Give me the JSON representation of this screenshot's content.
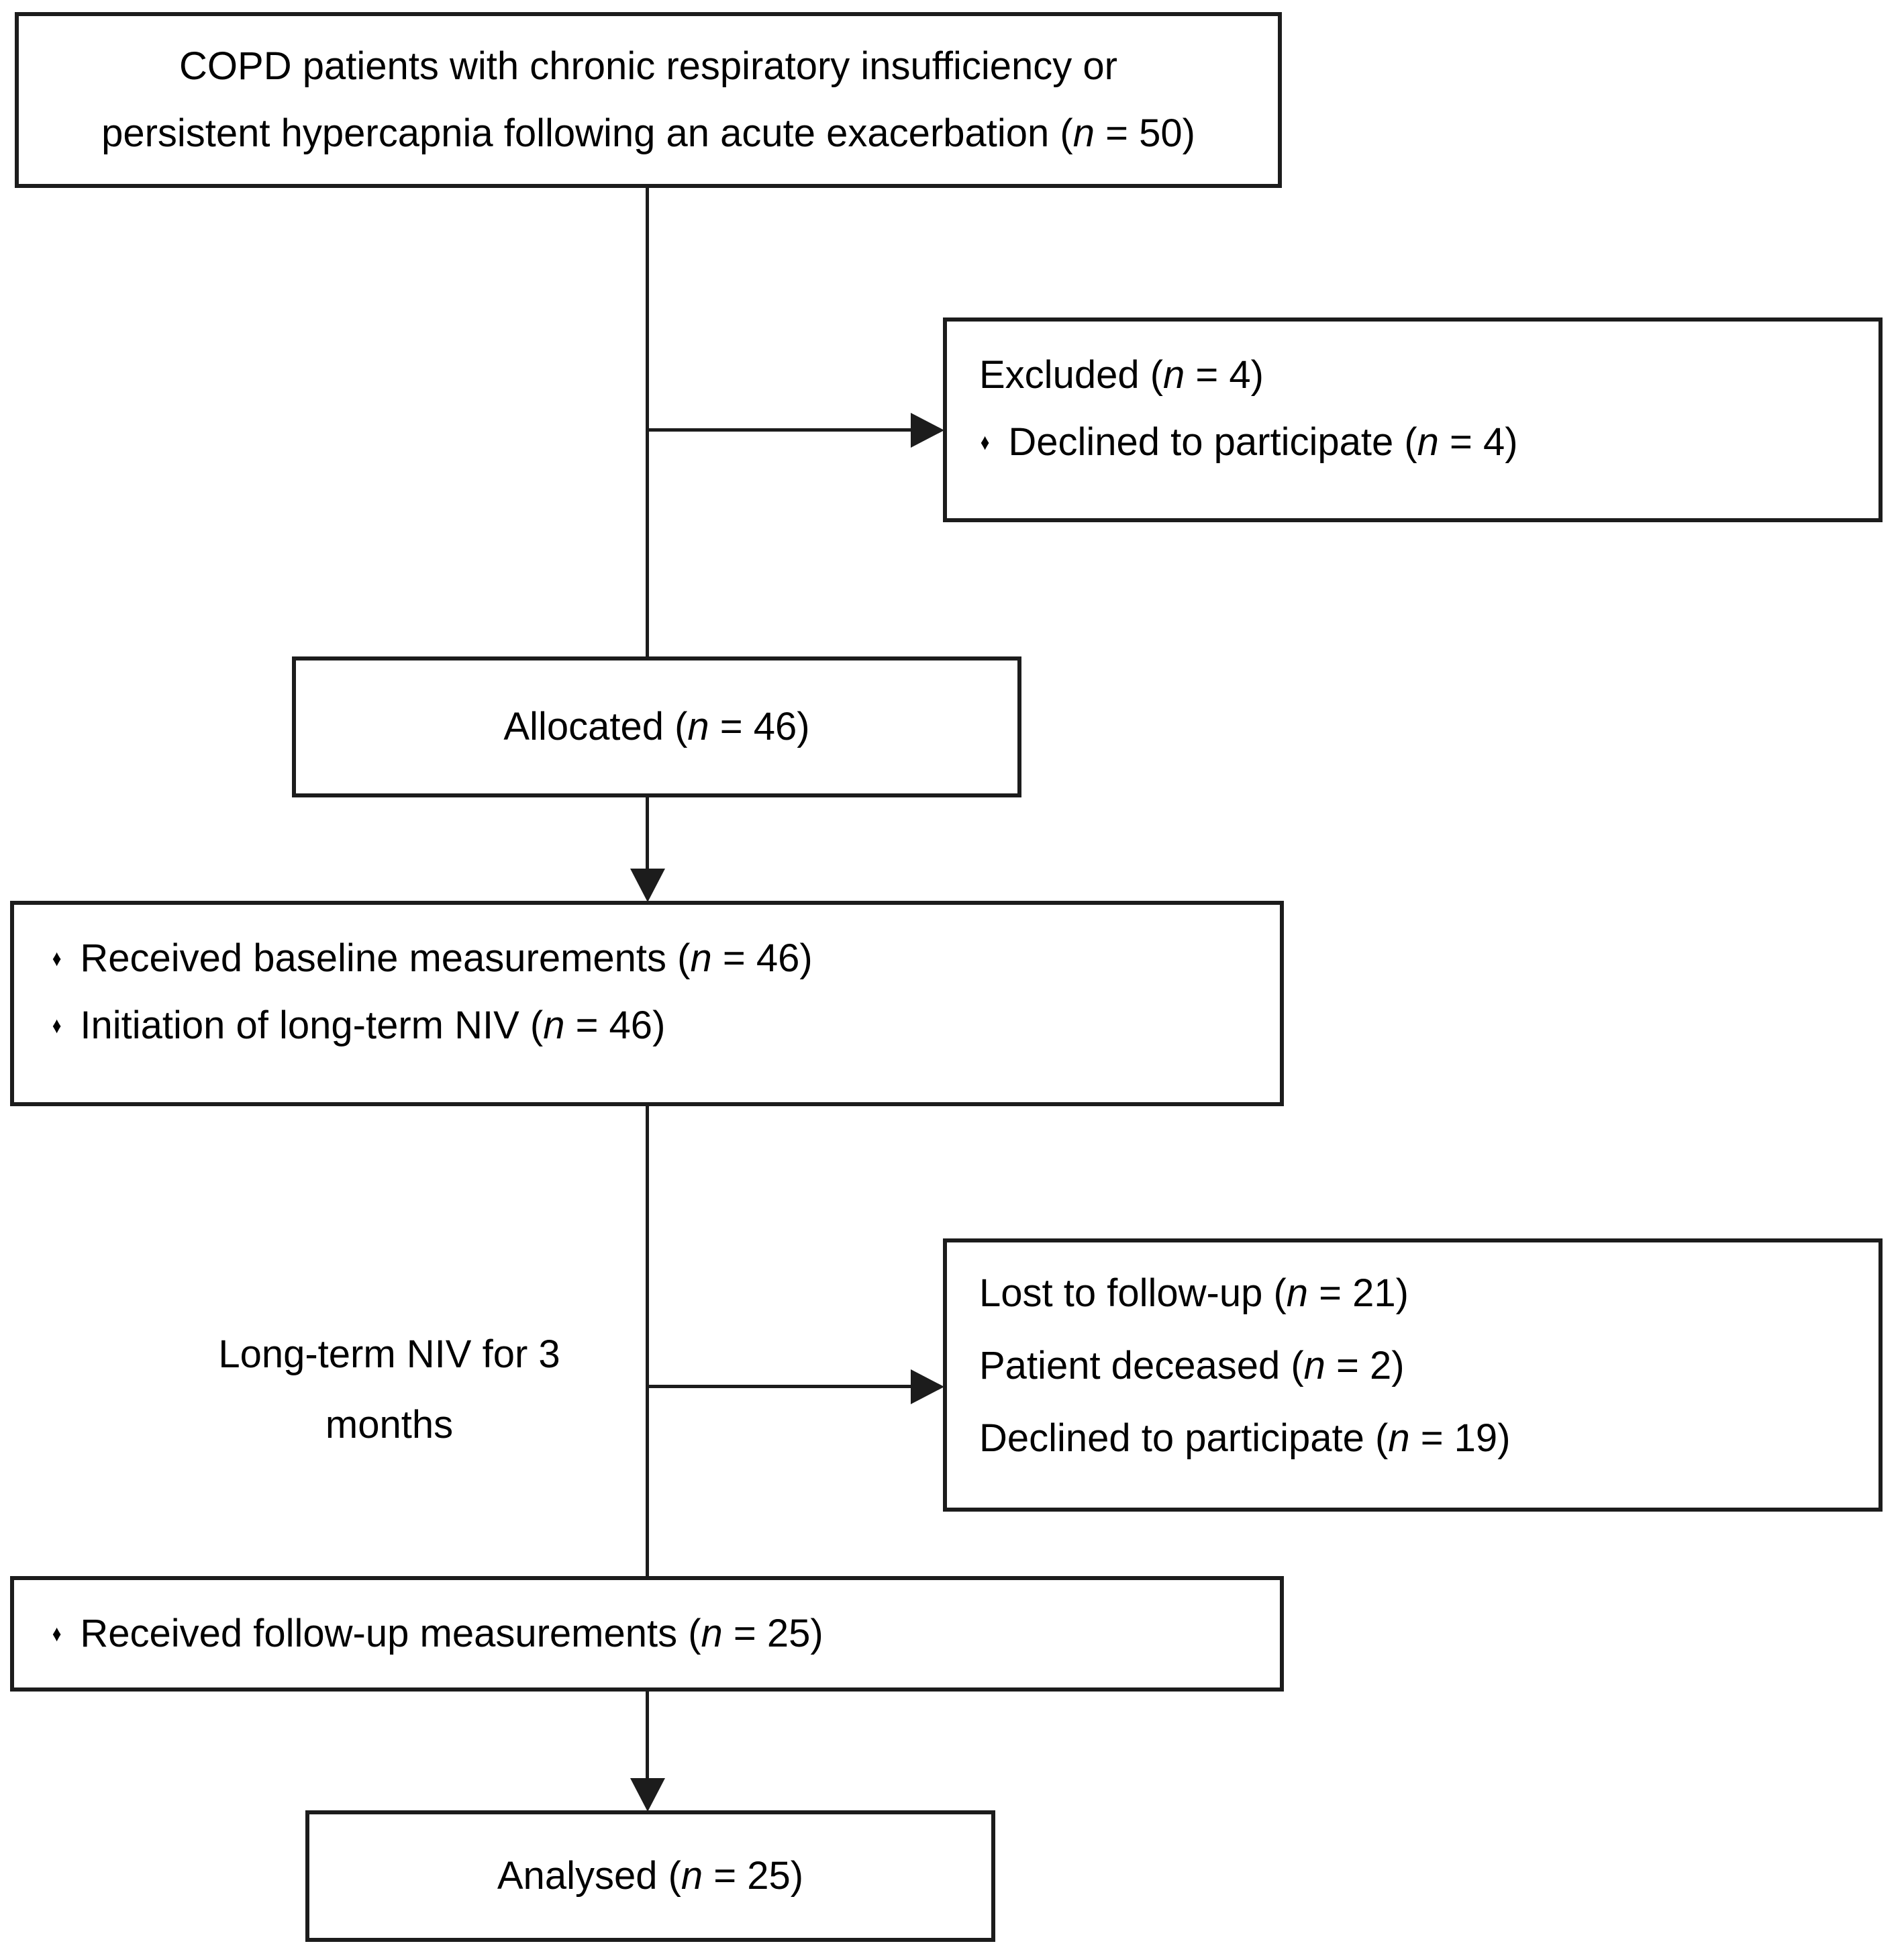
{
  "palette": {
    "ink": "#1c1c1c",
    "text": "#000000",
    "background": "#ffffff"
  },
  "diagram_type": "patient-flow-diagram",
  "nodes": {
    "enrollment": {
      "lines": [
        {
          "pre": "COPD patients with chronic respiratory insufficiency or"
        },
        {
          "pre": "persistent hypercapnia following an acute exacerbation (",
          "var": "n",
          "post": " = 50)"
        }
      ]
    },
    "excluded": {
      "lines": [
        {
          "pre": "Excluded (",
          "var": "n",
          "post": " = 4)"
        },
        {
          "bullet": "♦",
          "pre": "Declined to participate (",
          "var": "n",
          "post": " = 4)"
        }
      ]
    },
    "allocated": {
      "lines": [
        {
          "pre": "Allocated (",
          "var": "n",
          "post": " = 46)"
        }
      ]
    },
    "baseline": {
      "lines": [
        {
          "bullet": "♦",
          "pre": "Received baseline measurements (",
          "var": "n",
          "post": " = 46)"
        },
        {
          "bullet": "♦",
          "pre": "Initiation of long-term NIV (",
          "var": "n",
          "post": " = 46)"
        }
      ]
    },
    "niv_period_label": {
      "lines": [
        {
          "pre": "Long-term NIV for 3"
        },
        {
          "pre": "months"
        }
      ]
    },
    "lost": {
      "lines": [
        {
          "pre": "Lost to follow-up (",
          "var": "n",
          "post": " = 21)"
        },
        {
          "pre": "Patient deceased (",
          "var": "n",
          "post": " = 2)"
        },
        {
          "pre": "Declined to participate (",
          "var": "n",
          "post": " = 19)"
        }
      ]
    },
    "followup": {
      "lines": [
        {
          "bullet": "♦",
          "pre": "Received follow-up measurements (",
          "var": "n",
          "post": " = 25)"
        }
      ]
    },
    "analysed": {
      "lines": [
        {
          "pre": "Analysed (",
          "var": "n",
          "post": " = 25)"
        }
      ]
    }
  }
}
